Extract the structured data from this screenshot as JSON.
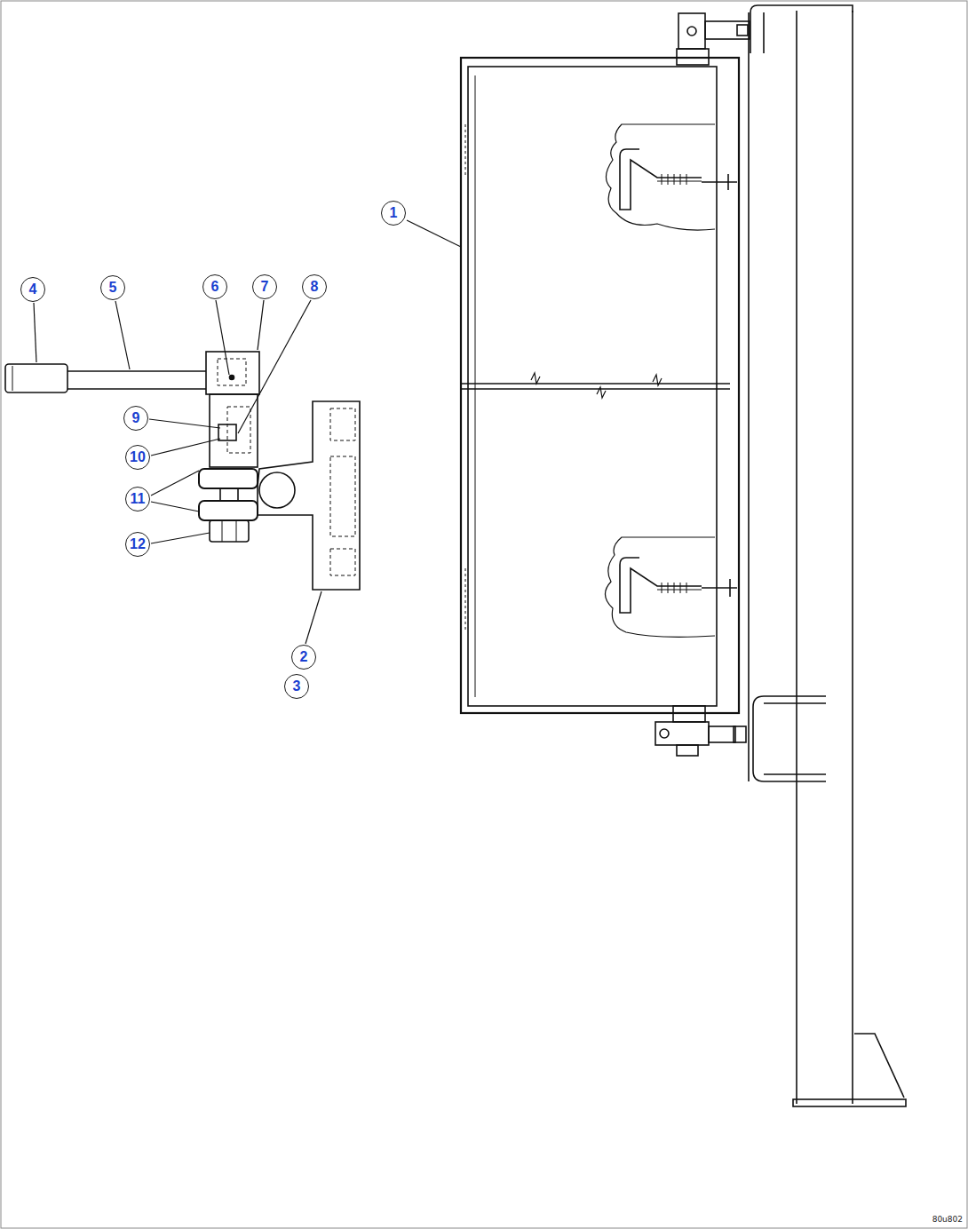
{
  "diagram": {
    "labels": [
      "1",
      "4",
      "5",
      "6",
      "7",
      "8",
      "9",
      "10",
      "11",
      "12",
      "2",
      "3",
      "80u802"
    ]
  }
}
